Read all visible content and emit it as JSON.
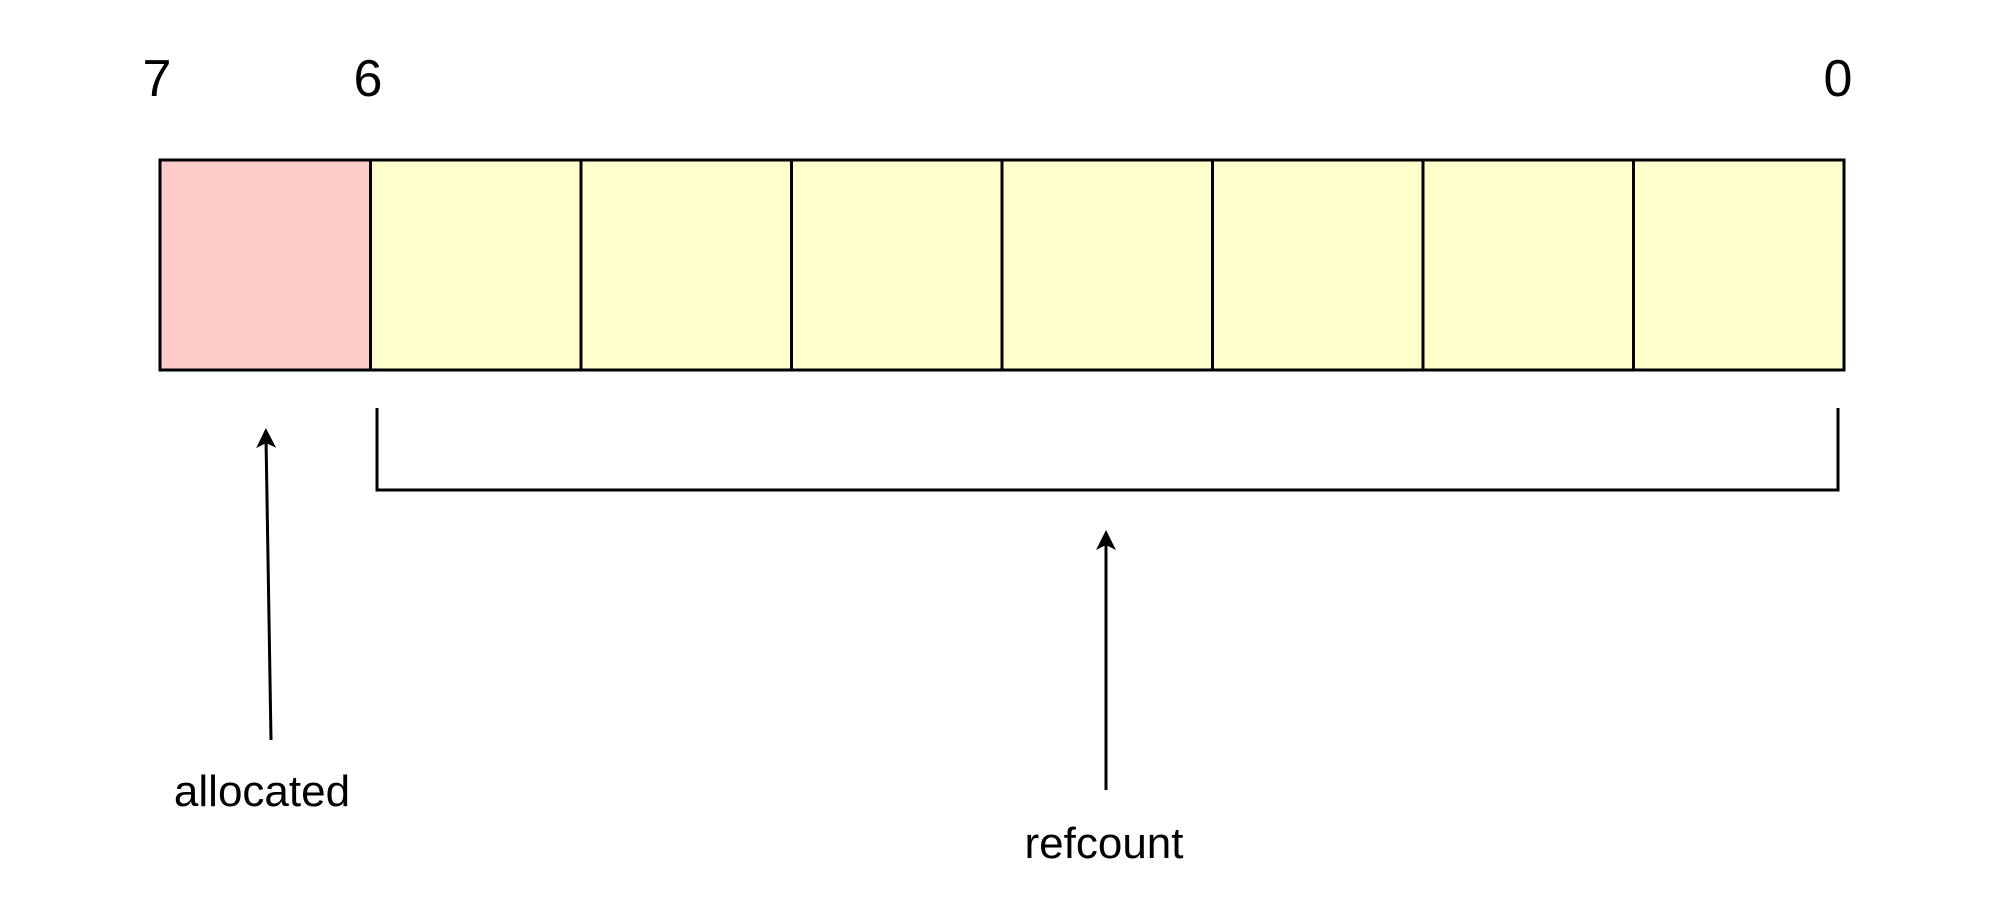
{
  "bit_labels": {
    "high": "7",
    "mid": "6",
    "low": "0"
  },
  "cells": [
    {
      "field": "allocated",
      "color": "#FFCCCC"
    },
    {
      "field": "refcount",
      "color": "#FFFFCC"
    },
    {
      "field": "refcount",
      "color": "#FFFFCC"
    },
    {
      "field": "refcount",
      "color": "#FFFFCC"
    },
    {
      "field": "refcount",
      "color": "#FFFFCC"
    },
    {
      "field": "refcount",
      "color": "#FFFFCC"
    },
    {
      "field": "refcount",
      "color": "#FFFFCC"
    },
    {
      "field": "refcount",
      "color": "#FFFFCC"
    }
  ],
  "annotations": {
    "allocated": "allocated",
    "refcount": "refcount"
  },
  "colors": {
    "stroke": "#000000",
    "allocated_fill": "#FFCCCC",
    "refcount_fill": "#FFFFCC"
  }
}
